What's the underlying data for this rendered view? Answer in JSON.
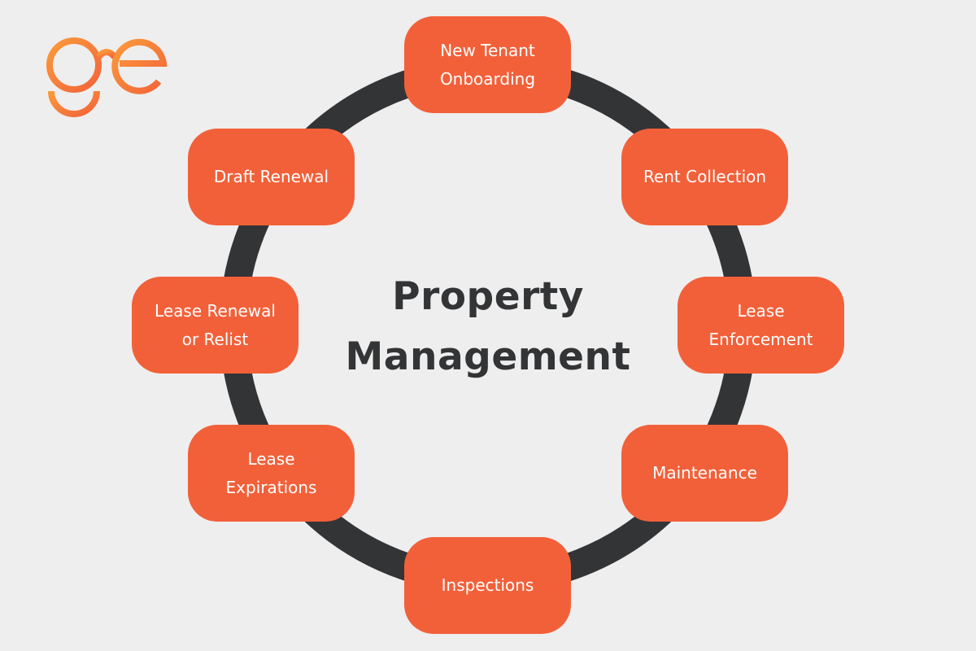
{
  "logo": {
    "text": "ge",
    "icon": "ge-glasses-logo-icon",
    "color": "#f97a32"
  },
  "center": {
    "title_line1": "Property",
    "title_line2": "Management",
    "color": "#333436"
  },
  "ring": {
    "color": "#333436"
  },
  "colors": {
    "node_fill": "#f26039",
    "node_text": "#ffffff",
    "background": "#eeeeee"
  },
  "nodes": [
    {
      "line1": "New Tenant",
      "line2": "Onboarding"
    },
    {
      "line1": "Rent Collection",
      "line2": ""
    },
    {
      "line1": "Lease",
      "line2": "Enforcement"
    },
    {
      "line1": "Maintenance",
      "line2": ""
    },
    {
      "line1": "Inspections",
      "line2": ""
    },
    {
      "line1": "Lease",
      "line2": "Expirations"
    },
    {
      "line1": "Lease Renewal",
      "line2": "or Relist"
    },
    {
      "line1": "Draft Renewal",
      "line2": ""
    }
  ]
}
